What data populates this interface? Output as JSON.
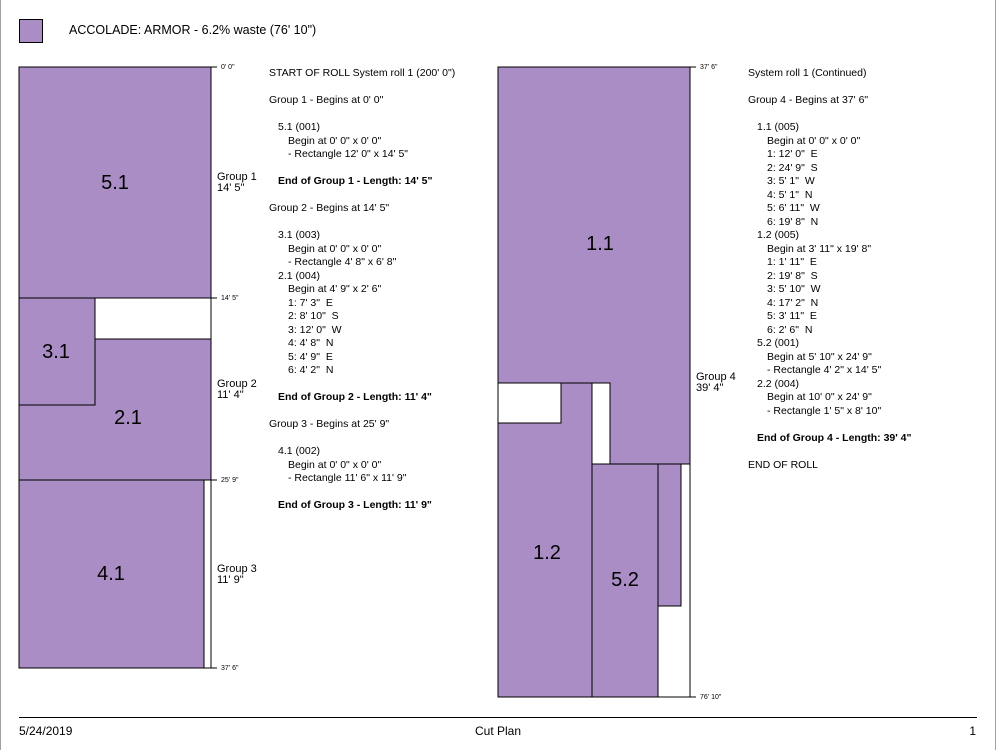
{
  "header": {
    "title": "ACCOLADE: ARMOR - 6.2% waste (76' 10\")",
    "swatch_color": "#a98dc4"
  },
  "diagram": {
    "left_strip": {
      "marks": [
        "0' 0\"",
        "14' 5\"",
        "25' 9\"",
        "37' 6\""
      ],
      "pieces": [
        "5.1",
        "3.1",
        "2.1",
        "4.1"
      ],
      "groups": [
        {
          "name": "Group 1",
          "length": "14' 5\""
        },
        {
          "name": "Group 2",
          "length": "11' 4\""
        },
        {
          "name": "Group 3",
          "length": "11' 9\""
        }
      ]
    },
    "right_strip": {
      "marks": [
        "37' 6\"",
        "76' 10\""
      ],
      "pieces": [
        "1.1",
        "1.2",
        "5.2"
      ],
      "groups": [
        {
          "name": "Group 4",
          "length": "39' 4\""
        }
      ]
    }
  },
  "text_columns": {
    "left": [
      {
        "t": "START OF ROLL System roll 1 (200' 0\")",
        "indent": 0
      },
      {
        "t": "",
        "indent": 0
      },
      {
        "t": "Group 1 - Begins at 0' 0\"",
        "indent": 0
      },
      {
        "t": "",
        "indent": 0
      },
      {
        "t": "5.1 (001)",
        "indent": 1
      },
      {
        "t": "Begin at 0' 0\" x 0' 0\"",
        "indent": 2
      },
      {
        "t": "- Rectangle 12' 0\" x 14' 5\"",
        "indent": 2
      },
      {
        "t": "",
        "indent": 0
      },
      {
        "t": "End of Group 1 - Length: 14' 5\"",
        "indent": 1,
        "bold": true
      },
      {
        "t": "",
        "indent": 0
      },
      {
        "t": "Group 2 - Begins at 14' 5\"",
        "indent": 0
      },
      {
        "t": "",
        "indent": 0
      },
      {
        "t": "3.1 (003)",
        "indent": 1
      },
      {
        "t": "Begin at 0' 0\" x 0' 0\"",
        "indent": 2
      },
      {
        "t": "- Rectangle 4' 8\" x 6' 8\"",
        "indent": 2
      },
      {
        "t": "2.1 (004)",
        "indent": 1
      },
      {
        "t": "Begin at 4' 9\" x 2' 6\"",
        "indent": 2
      },
      {
        "t": "1: 7' 3\"  E",
        "indent": 2
      },
      {
        "t": "2: 8' 10\"  S",
        "indent": 2
      },
      {
        "t": "3: 12' 0\"  W",
        "indent": 2
      },
      {
        "t": "4: 4' 8\"  N",
        "indent": 2
      },
      {
        "t": "5: 4' 9\"  E",
        "indent": 2
      },
      {
        "t": "6: 4' 2\"  N",
        "indent": 2
      },
      {
        "t": "",
        "indent": 0
      },
      {
        "t": "End of Group 2 - Length: 11' 4\"",
        "indent": 1,
        "bold": true
      },
      {
        "t": "",
        "indent": 0
      },
      {
        "t": "Group 3 - Begins at 25' 9\"",
        "indent": 0
      },
      {
        "t": "",
        "indent": 0
      },
      {
        "t": "4.1 (002)",
        "indent": 1
      },
      {
        "t": "Begin at 0' 0\" x 0' 0\"",
        "indent": 2
      },
      {
        "t": "- Rectangle 11' 6\" x 11' 9\"",
        "indent": 2
      },
      {
        "t": "",
        "indent": 0
      },
      {
        "t": "End of Group 3 - Length: 11' 9\"",
        "indent": 1,
        "bold": true
      }
    ],
    "right": [
      {
        "t": "System roll 1 (Continued)",
        "indent": 0
      },
      {
        "t": "",
        "indent": 0
      },
      {
        "t": "Group 4 - Begins at 37' 6\"",
        "indent": 0
      },
      {
        "t": "",
        "indent": 0
      },
      {
        "t": "1.1 (005)",
        "indent": 1
      },
      {
        "t": "Begin at 0' 0\" x 0' 0\"",
        "indent": 2
      },
      {
        "t": "1: 12' 0\"  E",
        "indent": 2
      },
      {
        "t": "2: 24' 9\"  S",
        "indent": 2
      },
      {
        "t": "3: 5' 1\"  W",
        "indent": 2
      },
      {
        "t": "4: 5' 1\"  N",
        "indent": 2
      },
      {
        "t": "5: 6' 11\"  W",
        "indent": 2
      },
      {
        "t": "6: 19' 8\"  N",
        "indent": 2
      },
      {
        "t": "1.2 (005)",
        "indent": 1
      },
      {
        "t": "Begin at 3' 11\" x 19' 8\"",
        "indent": 2
      },
      {
        "t": "1: 1' 11\"  E",
        "indent": 2
      },
      {
        "t": "2: 19' 8\"  S",
        "indent": 2
      },
      {
        "t": "3: 5' 10\"  W",
        "indent": 2
      },
      {
        "t": "4: 17' 2\"  N",
        "indent": 2
      },
      {
        "t": "5: 3' 11\"  E",
        "indent": 2
      },
      {
        "t": "6: 2' 6\"  N",
        "indent": 2
      },
      {
        "t": "5.2 (001)",
        "indent": 1
      },
      {
        "t": "Begin at 5' 10\" x 24' 9\"",
        "indent": 2
      },
      {
        "t": "- Rectangle 4' 2\" x 14' 5\"",
        "indent": 2
      },
      {
        "t": "2.2 (004)",
        "indent": 1
      },
      {
        "t": "Begin at 10' 0\" x 24' 9\"",
        "indent": 2
      },
      {
        "t": "- Rectangle 1' 5\" x 8' 10\"",
        "indent": 2
      },
      {
        "t": "",
        "indent": 0
      },
      {
        "t": "End of Group 4 - Length: 39' 4\"",
        "indent": 1,
        "bold": true
      },
      {
        "t": "",
        "indent": 0
      },
      {
        "t": "END OF ROLL",
        "indent": 0
      }
    ]
  },
  "footer": {
    "date": "5/24/2019",
    "title": "Cut Plan",
    "page": "1"
  }
}
